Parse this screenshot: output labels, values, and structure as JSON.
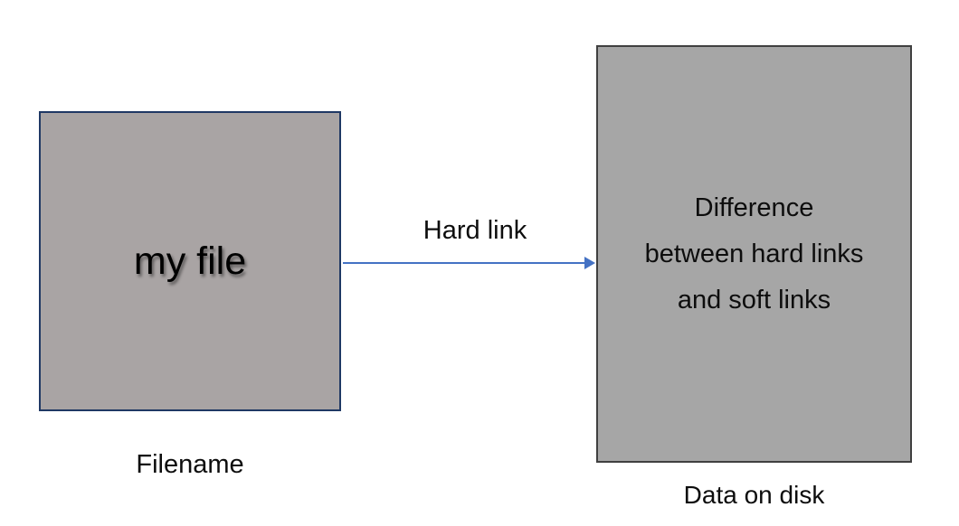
{
  "diagram": {
    "title_context": "Hard link diagram",
    "filename_box": {
      "label": "my file",
      "caption": "Filename",
      "fill_color": "#a9a4a4",
      "border_color": "#1f3864"
    },
    "data_box": {
      "lines": [
        "Difference",
        "between hard links",
        "and soft links"
      ],
      "caption": "Data on disk",
      "fill_color": "#a6a6a6",
      "border_color": "#404040"
    },
    "arrow": {
      "label": "Hard link",
      "color": "#4472c4",
      "direction": "left-to-right"
    }
  }
}
